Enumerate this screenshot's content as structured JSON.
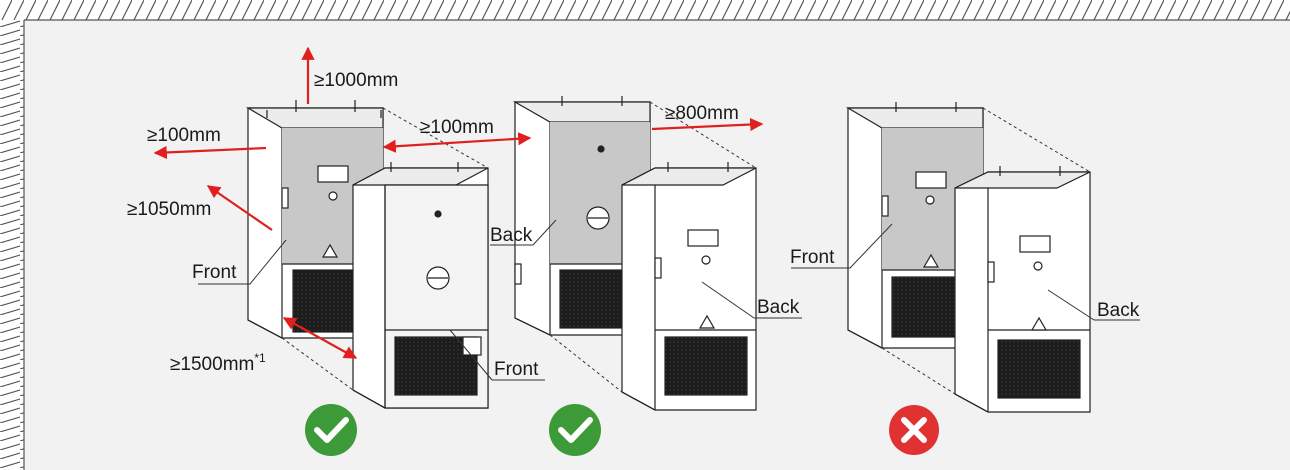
{
  "labels": {
    "clearance_top": "≥1000mm",
    "clearance_side_left": "≥100mm",
    "clearance_between": "≥100mm",
    "clearance_rear": "≥800mm",
    "clearance_diagonal": "≥1050mm",
    "clearance_front": "≥1500mm",
    "front_note_marker": "*1",
    "front_a": "Front",
    "front_b": "Front",
    "back_a": "Back",
    "back_b": "Back",
    "front_c": "Front",
    "back_c": "Back"
  },
  "verdicts": {
    "layout_1": "correct",
    "layout_2": "correct",
    "layout_3": "incorrect"
  },
  "colors": {
    "background": "#f2f2f2",
    "arrow": "#e0201f",
    "check": "#3d9a38",
    "cross": "#e13232",
    "cabinet_shade": "#c8c8c8"
  }
}
